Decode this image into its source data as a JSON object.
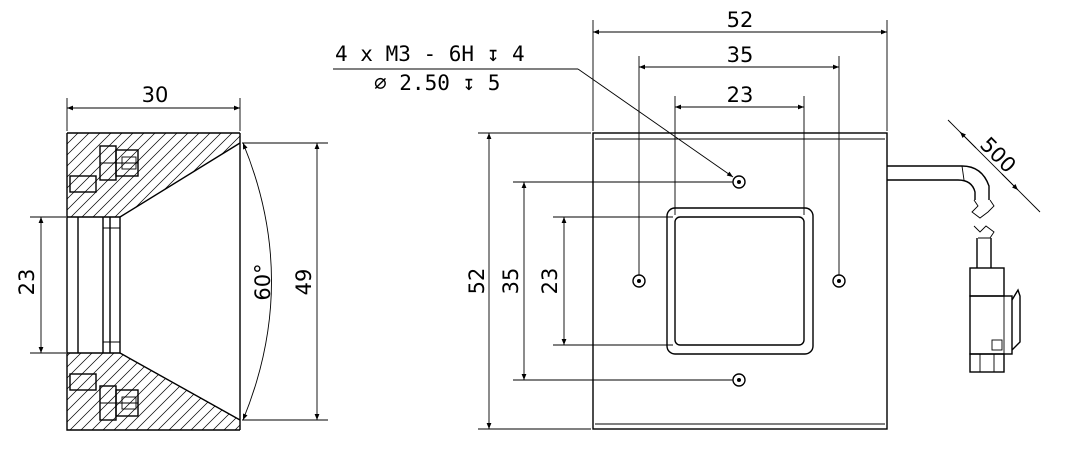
{
  "side_view": {
    "width_dim": "30",
    "aperture_dim": "23",
    "angle_dim": "60°",
    "height_dim": "49"
  },
  "front_view": {
    "width_dim": "52",
    "hole_spacing_h": "35",
    "window_width": "23",
    "height_dim": "52",
    "hole_spacing_v": "35",
    "window_height": "23",
    "cable_length": "500"
  },
  "hole_callout": {
    "line1": "4 x  M3 - 6H ↧ 4",
    "line2": "⌀ 2.50 ↧ 5"
  }
}
